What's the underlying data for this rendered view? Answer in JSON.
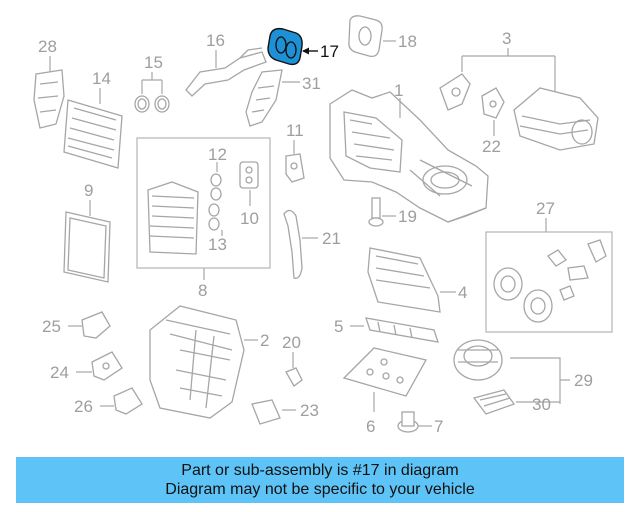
{
  "diagram": {
    "highlighted_part": "17",
    "highlight_color": "#1e90d6",
    "part_color": "#a6a6a6",
    "callouts": {
      "p1": "1",
      "p2": "2",
      "p3": "3",
      "p4": "4",
      "p5": "5",
      "p6": "6",
      "p7": "7",
      "p8": "8",
      "p9": "9",
      "p10": "10",
      "p11": "11",
      "p12": "12",
      "p13": "13",
      "p14": "14",
      "p15": "15",
      "p16": "16",
      "p17": "17",
      "p18": "18",
      "p19": "19",
      "p20": "20",
      "p21": "21",
      "p22": "22",
      "p23": "23",
      "p24": "24",
      "p25": "25",
      "p26": "26",
      "p27": "27",
      "p28": "28",
      "p29": "29",
      "p30": "30",
      "p31": "31"
    }
  },
  "banner": {
    "line1": "Part or sub-assembly is #17 in diagram",
    "line2": "Diagram may not be specific to your vehicle",
    "color": "#5ec4f7"
  }
}
